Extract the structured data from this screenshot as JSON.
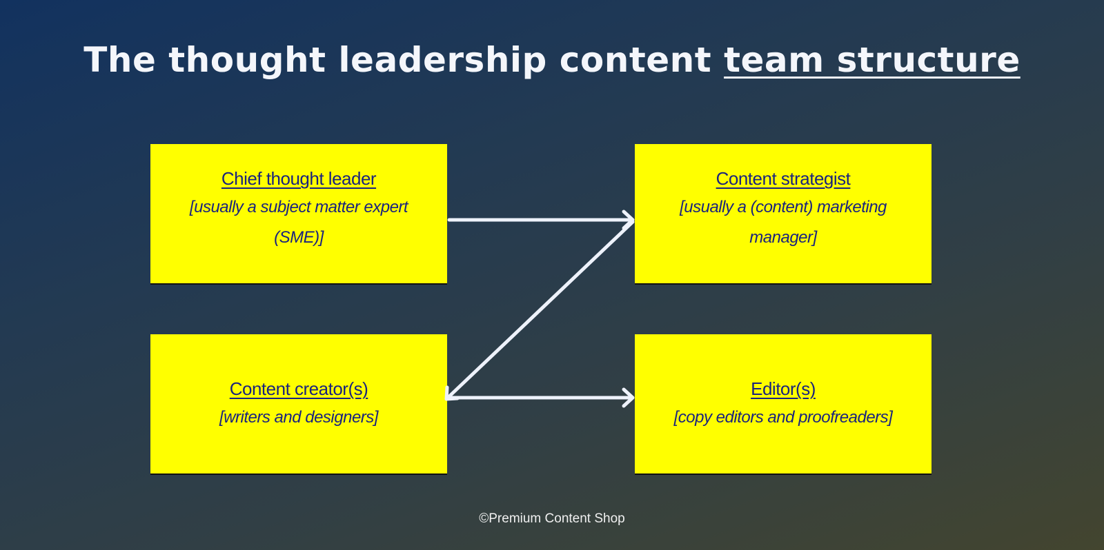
{
  "title": {
    "plain": "The thought leadership content ",
    "underlined": "team structure"
  },
  "boxes": [
    {
      "heading": "Chief thought leader",
      "sub": "[usually a subject matter expert (SME)]"
    },
    {
      "heading": "Content strategist",
      "sub": "[usually a (content) marketing manager]"
    },
    {
      "heading": "Content creator(s)",
      "sub": "[writers and designers]"
    },
    {
      "heading": "Editor(s)",
      "sub": "[copy editors and proofreaders]"
    }
  ],
  "arrows": [
    {
      "from": "Chief thought leader",
      "to": "Content strategist"
    },
    {
      "from": "Content strategist",
      "to": "Content creator(s)"
    },
    {
      "from": "Content creator(s)",
      "to": "Editor(s)"
    }
  ],
  "colors": {
    "box": "#ffff00",
    "box_text": "#1a237e",
    "arrow": "#eef2fb"
  },
  "footer": "©Premium Content Shop"
}
